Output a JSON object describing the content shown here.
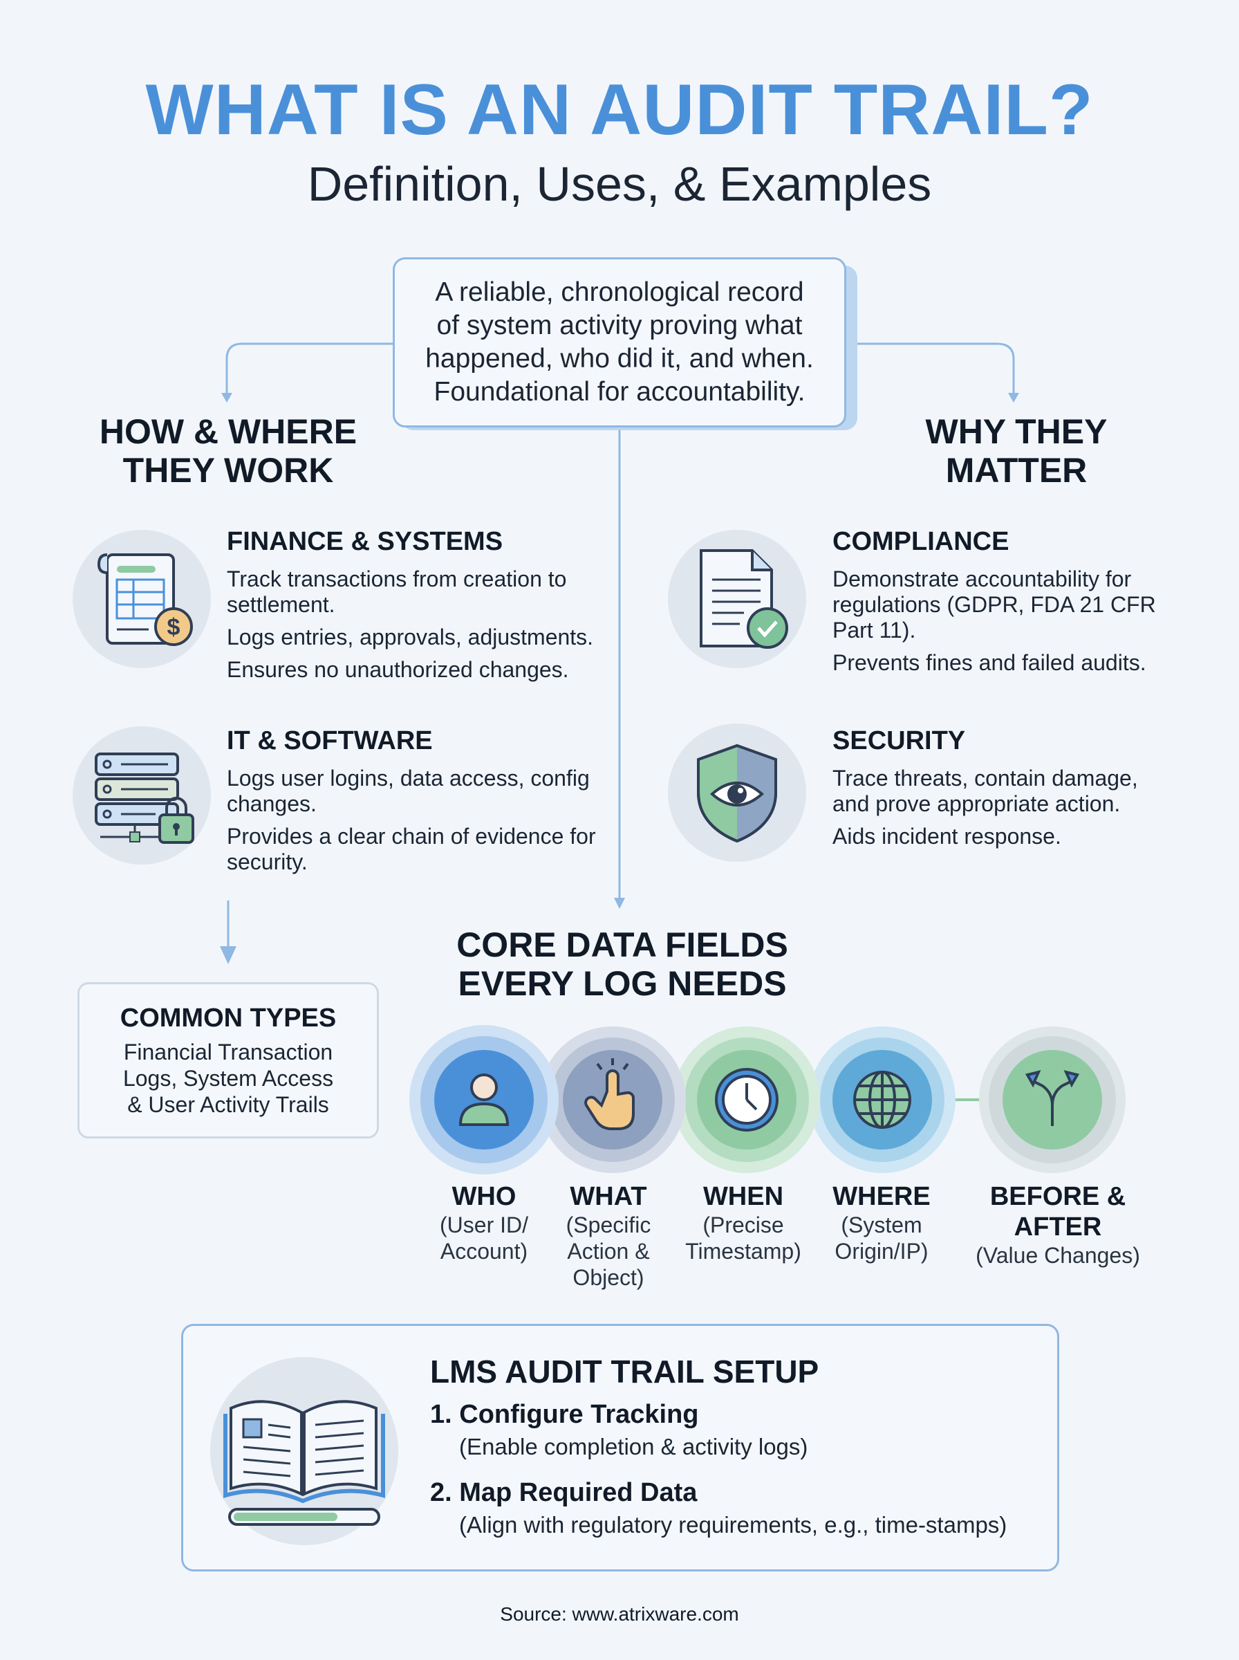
{
  "header": {
    "title": "WHAT IS AN AUDIT TRAIL?",
    "subtitle": "Definition, Uses, & Examples"
  },
  "definition": {
    "lines": [
      "A reliable, chronological record",
      "of system activity proving what",
      "happened, who did it, and when.",
      "Foundational for accountability."
    ]
  },
  "left_section": {
    "heading_lines": [
      "HOW & WHERE",
      "THEY WORK"
    ],
    "items": [
      {
        "icon": "finance-document-icon",
        "title": "FINANCE & SYSTEMS",
        "paragraphs": [
          "Track transactions from creation to settlement.",
          "Logs entries, approvals, adjustments.",
          "Ensures no unauthorized changes."
        ]
      },
      {
        "icon": "server-lock-icon",
        "title": "IT & SOFTWARE",
        "paragraphs": [
          "Logs user logins, data access, config changes.",
          "Provides a clear chain of evidence for security."
        ]
      }
    ]
  },
  "right_section": {
    "heading_lines": [
      "WHY THEY",
      "MATTER"
    ],
    "items": [
      {
        "icon": "document-check-icon",
        "title": "COMPLIANCE",
        "paragraphs": [
          "Demonstrate accountability for regulations (GDPR, FDA 21 CFR Part 11).",
          "Prevents fines and failed audits."
        ]
      },
      {
        "icon": "shield-eye-icon",
        "title": "SECURITY",
        "paragraphs": [
          "Trace threats, contain damage, and prove appropriate action.",
          "Aids incident response."
        ]
      }
    ]
  },
  "common_types": {
    "title": "COMMON TYPES",
    "lines": [
      "Financial Transaction",
      "Logs, System Access",
      "& User Activity Trails"
    ]
  },
  "core_fields": {
    "heading_lines": [
      "CORE DATA FIELDS",
      "EVERY LOG NEEDS"
    ],
    "fields": [
      {
        "icon": "user-icon",
        "label": "WHO",
        "sub_lines": [
          "(User ID/",
          "Account)"
        ],
        "color": "#4a90d9"
      },
      {
        "icon": "pointer-click-icon",
        "label": "WHAT",
        "sub_lines": [
          "(Specific",
          "Action &",
          "Object)"
        ],
        "color": "#8ea0bf"
      },
      {
        "icon": "clock-icon",
        "label": "WHEN",
        "sub_lines": [
          "(Precise",
          "Timestamp)"
        ],
        "color": "#8fcaa3"
      },
      {
        "icon": "globe-icon",
        "label": "WHERE",
        "sub_lines": [
          "(System",
          "Origin/IP)"
        ],
        "color": "#5fa9d8"
      },
      {
        "icon": "split-arrow-icon",
        "label": "BEFORE & AFTER",
        "sub_lines": [
          "(Value Changes)"
        ],
        "color": "#8fcaa3"
      }
    ]
  },
  "lms": {
    "icon": "open-book-icon",
    "title": "LMS AUDIT TRAIL SETUP",
    "steps": [
      {
        "title": "1. Configure Tracking",
        "desc": "(Enable completion & activity logs)"
      },
      {
        "title": "2. Map Required Data",
        "desc": "(Align with regulatory requirements, e.g., time-stamps)"
      }
    ]
  },
  "footer": {
    "source": "Source: www.atrixware.com"
  },
  "colors": {
    "accent_blue": "#4a90d9",
    "line_blue": "#8fb8e3",
    "green": "#8fcaa3",
    "text_dark": "#111a27"
  }
}
